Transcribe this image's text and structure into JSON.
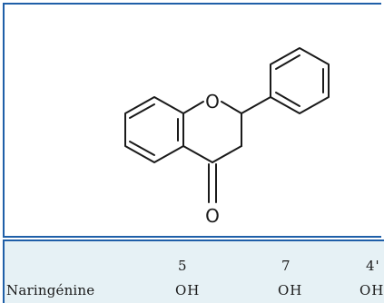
{
  "figure": {
    "atom_labels": {
      "ring_oxygen": "O",
      "carbonyl_oxygen": "O"
    }
  },
  "table": {
    "headers": [
      "",
      "5",
      "7",
      "4'"
    ],
    "rows": [
      {
        "name": "Naringénine",
        "values": [
          "OH",
          "OH",
          "OH"
        ]
      }
    ]
  },
  "colors": {
    "frame_border": "#1f5fa8",
    "table_background": "#e6f1f5",
    "ink": "#1a1a1a"
  }
}
